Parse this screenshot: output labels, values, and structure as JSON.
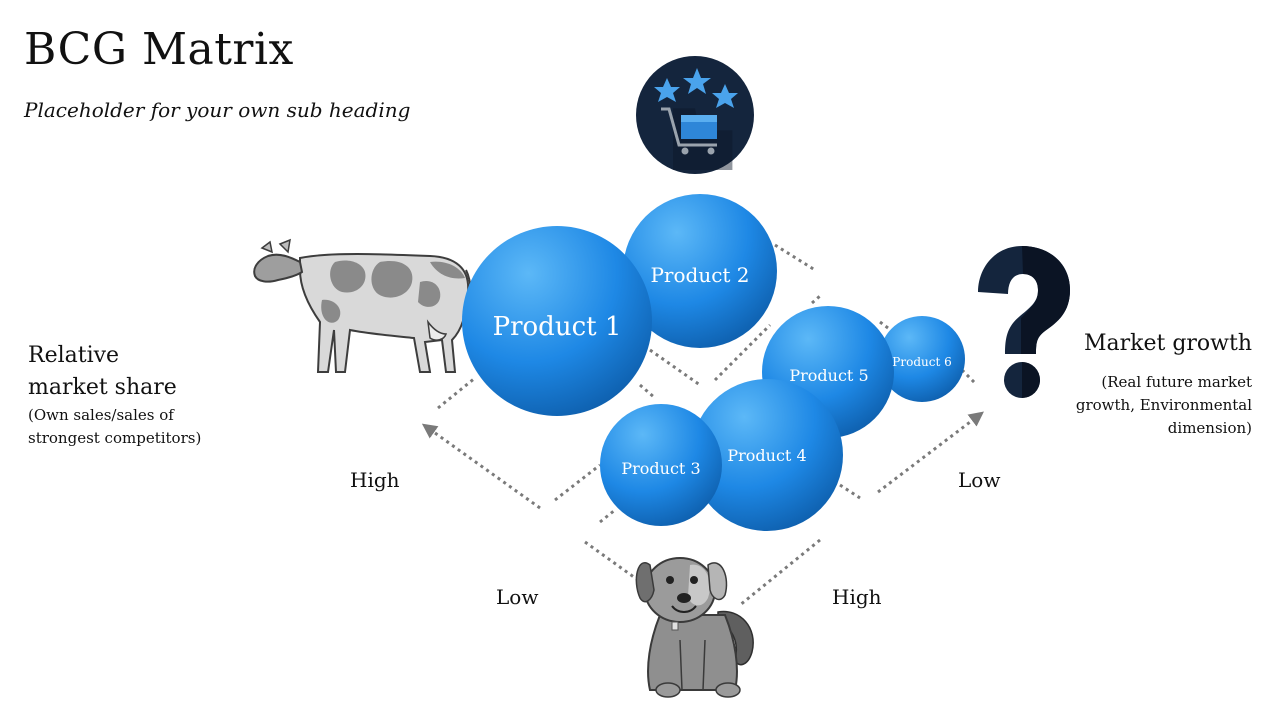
{
  "slide": {
    "title": "BCG Matrix",
    "subtitle": "Placeholder for your own sub heading"
  },
  "left_axis": {
    "title_line1": "Relative",
    "title_line2": "market share",
    "note_line1": "(Own sales/sales of",
    "note_line2": "strongest competitors)"
  },
  "right_axis": {
    "title": "Market growth",
    "note_line1": "(Real future market",
    "note_line2": "growth, Environmental",
    "note_line3": "dimension)"
  },
  "axis_labels": {
    "left_high": "High",
    "right_low": "Low",
    "bottom_low": "Low",
    "bottom_high": "High"
  },
  "products": [
    {
      "label": "Product 1"
    },
    {
      "label": "Product 2"
    },
    {
      "label": "Product 3"
    },
    {
      "label": "Product 4"
    },
    {
      "label": "Product 5"
    },
    {
      "label": "Product 6"
    }
  ],
  "icons": {
    "star": "star-shopping-cart-icon",
    "cow": "cash-cow-icon",
    "question": "question-mark-icon",
    "dog": "dog-icon"
  },
  "colors": {
    "bubble": "#1e88e5",
    "bubble_dark": "#0d5aa8",
    "navy": "#14253d",
    "dotted": "#7a7a7a"
  }
}
